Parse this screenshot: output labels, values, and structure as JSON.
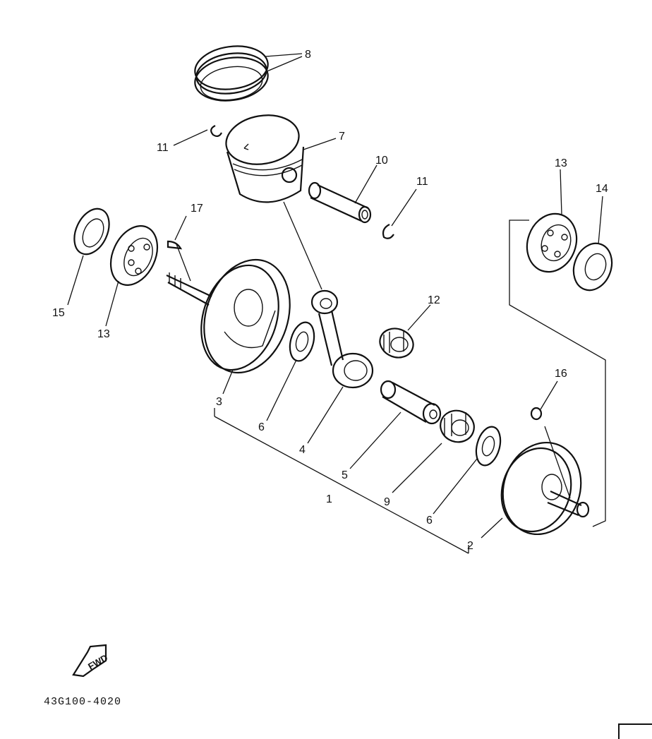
{
  "diagram": {
    "callouts": [
      "1",
      "2",
      "3",
      "4",
      "5",
      "6",
      "6",
      "7",
      "8",
      "9",
      "10",
      "11",
      "11",
      "12",
      "13",
      "13",
      "14",
      "15",
      "16",
      "17"
    ],
    "fwd_label": "FWD",
    "part_code": "43G100-4020"
  }
}
